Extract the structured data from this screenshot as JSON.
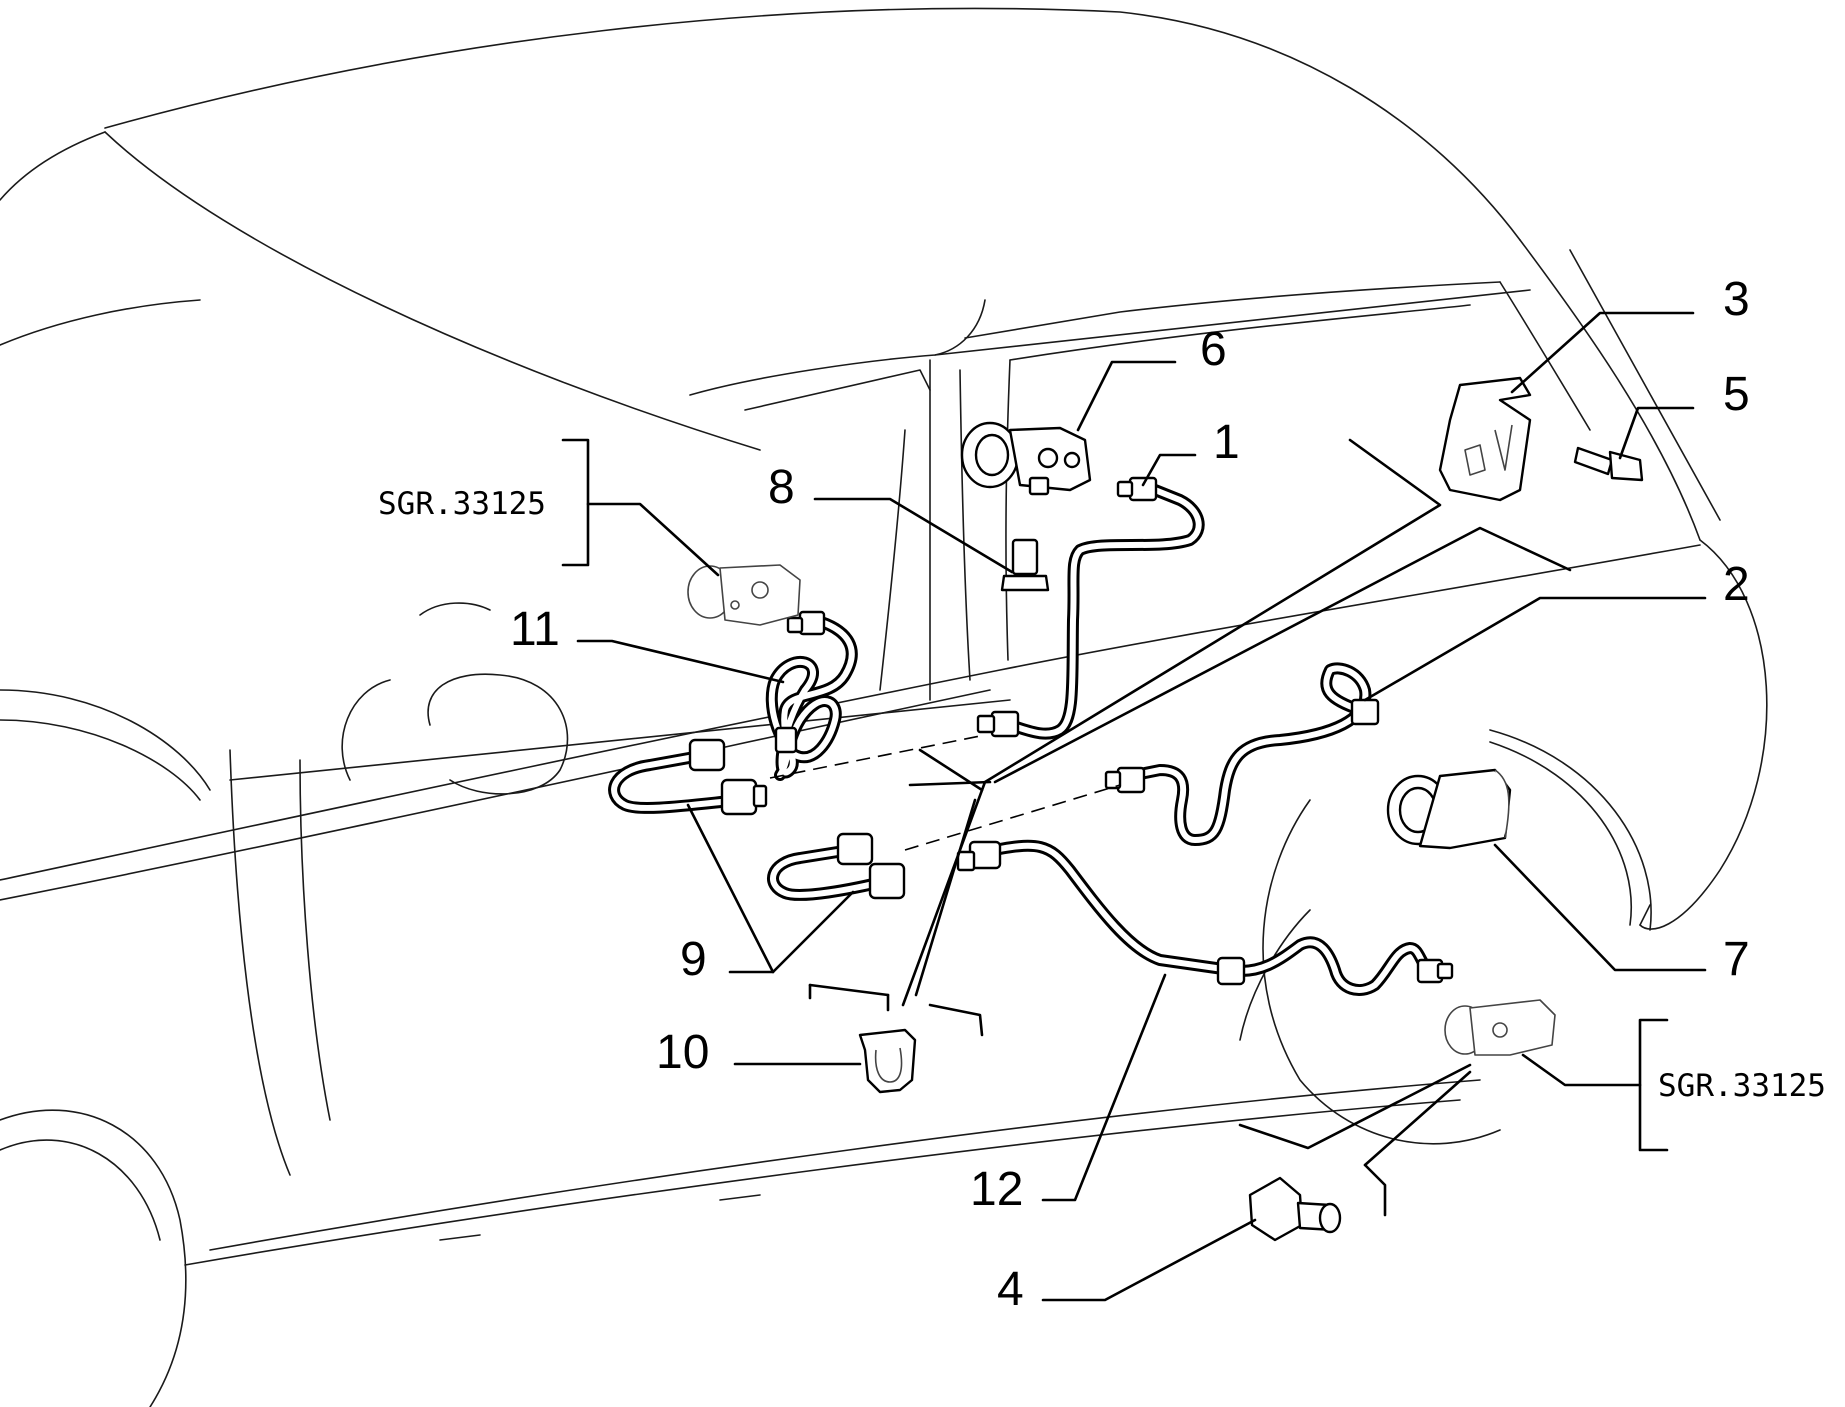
{
  "diagram": {
    "callouts": {
      "c1": "1",
      "c2": "2",
      "c3": "3",
      "c4": "4",
      "c5": "5",
      "c6": "6",
      "c7": "7",
      "c8": "8",
      "c9": "9",
      "c10": "10",
      "c11": "11",
      "c12": "12"
    },
    "references": {
      "left": "SGR.33125",
      "right": "SGR.33125"
    }
  }
}
